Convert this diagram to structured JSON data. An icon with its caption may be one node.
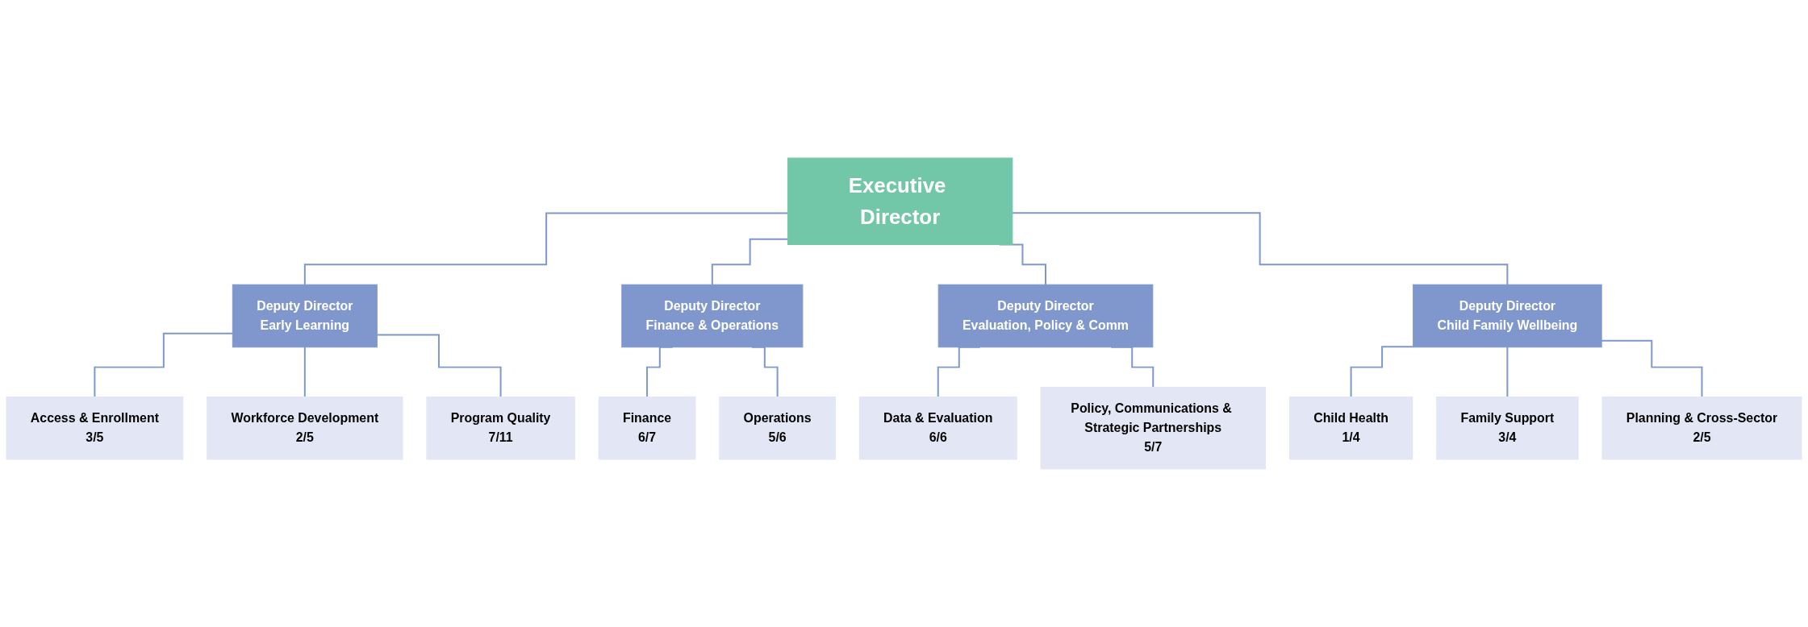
{
  "diagram": {
    "nodes": [
      {
        "text": [
          "Executive Director"
        ]
      },
      {
        "text": [
          "Deputy Director",
          "Early Learning"
        ]
      },
      {
        "text": [
          "Access & Enrollment",
          "3/5"
        ]
      },
      {
        "text": [
          "Workforce Development",
          "2/5"
        ]
      },
      {
        "text": [
          "Program Quality",
          "7/11"
        ]
      },
      {
        "text": [
          "Deputy Director",
          "Finance & Operations"
        ]
      },
      {
        "text": [
          "Finance",
          "6/7"
        ]
      },
      {
        "text": [
          "Operations",
          "5/6"
        ]
      },
      {
        "text": [
          "Deputy Director",
          "Evaluation, Policy & Comm"
        ]
      },
      {
        "text": [
          "Data & Evaluation",
          "6/6"
        ]
      },
      {
        "text": [
          "Policy, Communications & Strategic Partnerships",
          "5/7"
        ]
      },
      {
        "text": [
          "Deputy Director",
          "Child Family Wellbeing"
        ]
      },
      {
        "text": [
          "Child Health",
          "1/4"
        ]
      },
      {
        "text": [
          "Family Support",
          "3/4"
        ]
      },
      {
        "text": [
          "Planning & Cross-Sector",
          "2/5"
        ]
      }
    ],
    "edges": [
      {
        "from": 0,
        "to": 1,
        "arrow": "none"
      },
      {
        "from": 0,
        "to": 5,
        "arrow": "none"
      },
      {
        "from": 0,
        "to": 8,
        "arrow": "none"
      },
      {
        "from": 0,
        "to": 11,
        "arrow": "none"
      },
      {
        "from": 1,
        "to": 2,
        "arrow": "none"
      },
      {
        "from": 1,
        "to": 3,
        "arrow": "none"
      },
      {
        "from": 1,
        "to": 4,
        "arrow": "none"
      },
      {
        "from": 5,
        "to": 6,
        "arrow": "none"
      },
      {
        "from": 5,
        "to": 7,
        "arrow": "none"
      },
      {
        "from": 8,
        "to": 9,
        "arrow": "none"
      },
      {
        "from": 8,
        "to": 10,
        "arrow": "none"
      },
      {
        "from": 11,
        "to": 12,
        "arrow": "none"
      },
      {
        "from": 11,
        "to": 13,
        "arrow": "none"
      },
      {
        "from": 11,
        "to": 14,
        "arrow": "none"
      }
    ]
  }
}
